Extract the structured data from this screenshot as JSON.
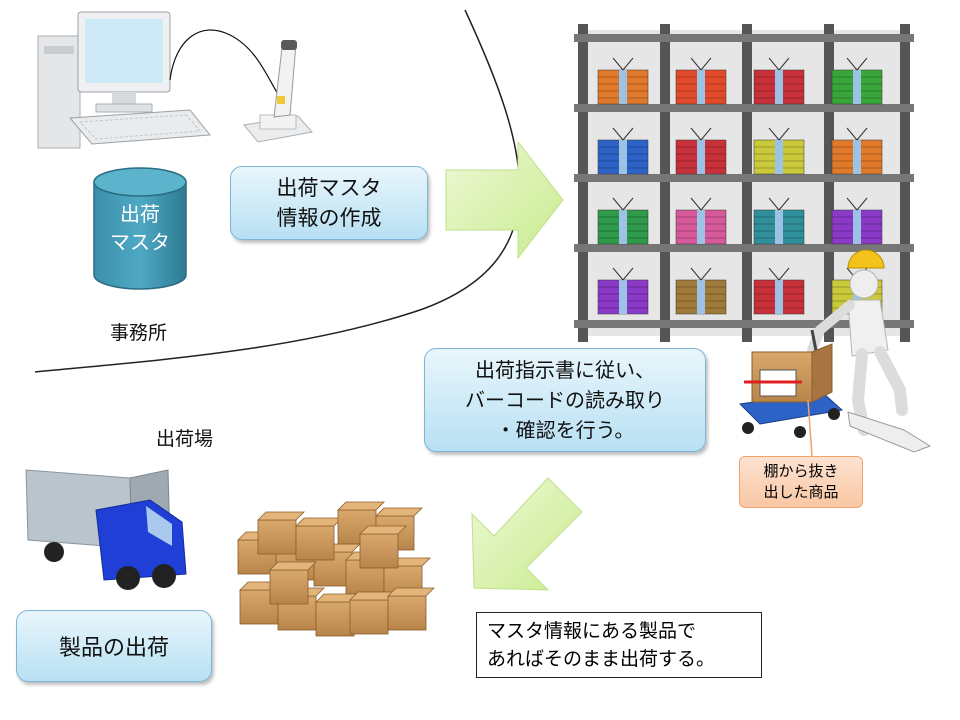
{
  "labels": {
    "office": "事務所",
    "shipping_area": "出荷場",
    "master_db": "出荷\nマスタ"
  },
  "steps": {
    "create_master": "出荷マスタ\n情報の作成",
    "scan_barcode": "出荷指示書に従い、\nバーコードの読み取り\n・確認を行う。",
    "ship_product": "製品の出荷"
  },
  "picked_item_label": "棚から抜き\n出した商品",
  "note": "マスタ情報にある製品で\nあればそのまま出荷する。",
  "colors": {
    "callout_border": "#7fb4d4",
    "database": "#3d95b0",
    "arrow": "#d6f0a8",
    "label_bg": "#f9c7a3",
    "truck_cab": "#1f3fd6"
  },
  "icons": [
    "desktop-computer-icon",
    "barcode-scanner-icon",
    "database-icon",
    "flow-arrow-icon",
    "warehouse-rack-icon",
    "worker-icon",
    "hand-truck-icon",
    "delivery-truck-icon",
    "cardboard-boxes-icon"
  ]
}
